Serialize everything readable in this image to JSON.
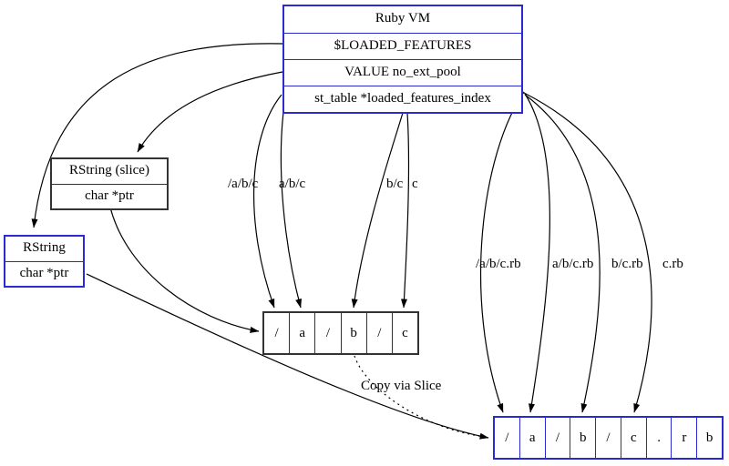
{
  "diagram": {
    "title": "Ruby VM loaded features diagram",
    "nodes": {
      "ruby_vm": {
        "rows": {
          "title": "Ruby VM",
          "loaded_features": "$LOADED_FEATURES",
          "no_ext_pool": "VALUE no_ext_pool",
          "loaded_features_index": "st_table *loaded_features_index"
        }
      },
      "rstring_slice": {
        "rows": {
          "title": "RString (slice)",
          "ptr": "char *ptr"
        }
      },
      "rstring": {
        "rows": {
          "title": "RString",
          "ptr": "char *ptr"
        }
      },
      "path_array": {
        "cells": [
          "/",
          "a",
          "/",
          "b",
          "/",
          "c"
        ]
      },
      "feature_array": {
        "cells": [
          "/",
          "a",
          "/",
          "b",
          "/",
          "c",
          ".",
          "r",
          "b"
        ]
      }
    },
    "edge_labels": {
      "slash_abc": "/a/b/c",
      "abc": "a/b/c",
      "bc": "b/c",
      "c": "c",
      "slash_abc_rb": "/a/b/c.rb",
      "abc_rb": "a/b/c.rb",
      "bc_rb": "b/c.rb",
      "c_rb": "c.rb",
      "copy_via_slice": "Copy via Slice"
    },
    "colors": {
      "blue_node": "#2a2ad2",
      "black_node": "#333333",
      "edge": "#000000",
      "background": "#ffffff"
    }
  }
}
